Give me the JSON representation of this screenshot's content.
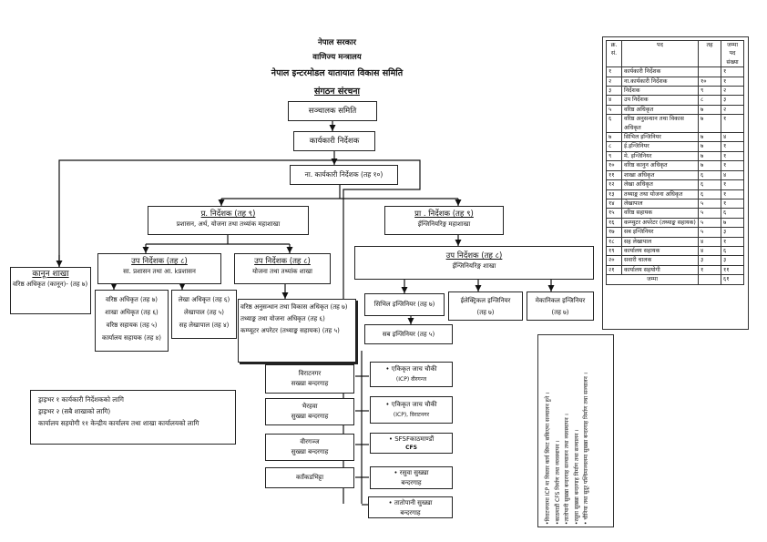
{
  "header": {
    "government": "नेपाल सरकार",
    "ministry": "वाणिज्य मन्त्रालय",
    "organization": "नेपाल इन्टरमोडल यातायात विकास समिति",
    "chart_title": "संगठन संरचना"
  },
  "nodes": {
    "board": "सञ्चालक समिति",
    "executive_director": "कार्यकारी निर्देशक",
    "deputy_executive_director": "ना. कार्यकारी निर्देशक (तह १०)",
    "admin_director": {
      "title": "प्र. निर्देशक  (तह ९)",
      "division": "प्रशासन, अर्थ, योजना तथा तथ्यांक महाशाखा"
    },
    "eng_director": {
      "title": "प्रा . निर्देशक  (तह ९)",
      "division": "ईन्जिनियरिङ्ग महाशाखा"
    },
    "legal_section": {
      "title": "कानून शाखा",
      "staff": "वरिष्ठ अधिकृत (कानून)- (तह ७)"
    },
    "admin_deputy": {
      "title": "उप निर्देशक  (तह ८)",
      "section": "सा. प्रशासन तथा आ. kप्रशासन"
    },
    "planning_deputy": {
      "title": "उप निर्देशक  (तह ८)",
      "section": "योजना तथा तथ्यांक शाखा"
    },
    "eng_deputy": {
      "title": "उप निर्देशक (तह ८)",
      "section": "ईन्जिनियरिङ्ग शाखा"
    },
    "admin_staff": [
      "वरिष्ठ अधिकृत (तह ७)",
      "शाखा अधिकृत (तह ६)",
      "वरिष्ठ सहायक (तह ५)",
      "कार्यालय सहायक (तह ४)"
    ],
    "accounts_staff": [
      "लेखा अधिकृत (तह ६)",
      "लेखापाल (तह ५)",
      "सह लेखापाल (तह ४)"
    ],
    "planning_staff": [
      "वरिष्ठ अनुसन्धान तथा विकास अधिकृत (तह ७)",
      "तथ्याङ्क तथा योजना अधिकृत (तह ६)",
      "कम्प्यूटर अपरेटर (तथ्याङ्क सहायक) (तह ५)"
    ],
    "civil_engineer": "सिभिल इन्जिनियर (तह ७)",
    "electrical_engineer": "ईलेक्ट्रिकल इन्जिनियर (तह ७)",
    "mechanical_engineer": "मेकानिकल इन्जिनियर (तह ७)",
    "sub_engineer": "सब इन्जिनियर (तह ५)"
  },
  "dry_ports": [
    {
      "name": "विराटनगर",
      "sub": "सख्खा बन्दरगाह"
    },
    {
      "name": "भैरहवा",
      "sub": "सुख्खा बन्दरगाह"
    },
    {
      "name": "वीरगञ्ज",
      "sub": "सुख्खा बन्दरगाह"
    },
    {
      "name": "कााँकडभिट्टा",
      "sub": ""
    }
  ],
  "future_units": [
    {
      "name": "• एकिकृत जाच चौकी",
      "sub": "(ICP) वीरगन्ज"
    },
    {
      "name": "• एकिकृत जाच चौकी",
      "sub": "(ICP), विराटनगर"
    },
    {
      "name": "• SFSFकाठमाण्डौं",
      "sub": "CFS"
    },
    {
      "name": "• रसुवा सुख्खा",
      "sub": "बन्दरगाह"
    },
    {
      "name": "• तातोपानी सुख्खा",
      "sub": "बन्दरगाह"
    }
  ],
  "driver_notes": [
    "ड्राइभर १ कार्यकारी निर्देशकको लागि",
    "ड्राइभर २ (सबै शाखाको लागि)",
    "कार्यालय सहयोगी ११  केन्द्रीय कार्यालय तथा शाखा कार्यालयको लागि"
  ],
  "plan_notes": [
    "•विराटनगरमा ICP मा विस्तार कार्य सिमट सकिएमा सञ्चालन हुने ।",
    "•काठमाडौं CFS निर्माण तथा व्यवस्थापन ।",
    "•तातोपानी सुख्खा बन्दरगाह सञ्चालन तथा व्यवस्थापन ।",
    "•रसुवा सुख्खा बन्दरगाह निर्माण तथा सञ्चालन ।",
    "• चीनिया तथा सुदूर पश्चिमाञ्चलमा सुख्खा बन्दरगाह निर्माण तथा सञ्चालन ।"
  ],
  "post_table": {
    "headers": [
      "क्र. सं.",
      "पद",
      "तह",
      "जम्मा पद संख्या"
    ],
    "rows": [
      [
        "१",
        "कार्यकारी निर्देशक",
        "",
        "१"
      ],
      [
        "२",
        "ना.कार्यकारी निर्देशक",
        "१०",
        "१"
      ],
      [
        "३",
        "निर्देशक",
        "९",
        "२"
      ],
      [
        "४",
        "उप निर्देशक",
        "८",
        "३"
      ],
      [
        "५",
        "वरिष्ठ अधिकृत",
        "७",
        "२"
      ],
      [
        "६",
        "वरिष्ठ अनुसन्धान तथा विकास अधिकृत",
        "७",
        "१"
      ],
      [
        "७",
        "सिभिल इन्जिनियर",
        "७",
        "४"
      ],
      [
        "८",
        "ई.इन्जिनियर",
        "७",
        "१"
      ],
      [
        "९",
        "मे. इन्जिनियर",
        "७",
        "१"
      ],
      [
        "१०",
        "वरिष्ठ कानुन अधिकृत",
        "७",
        "१"
      ],
      [
        "११",
        "शाखा अधिकृत",
        "६",
        "४"
      ],
      [
        "१२",
        "लेखा अधिकृत",
        "६",
        "१"
      ],
      [
        "१३",
        "तथ्याङ्क तथा योजना अधिकृत",
        "६",
        "१"
      ],
      [
        "१४",
        "लेखापाल",
        "५",
        "१"
      ],
      [
        "१५",
        "वरिष्ठ सहायक",
        "५",
        "६"
      ],
      [
        "१६",
        "कम्प्युटर अपरेटर (तथ्याङ्क सहायक)",
        "५",
        "७"
      ],
      [
        "१७",
        "सब इन्जिनियर",
        "५",
        "३"
      ],
      [
        "१८",
        "सह लेखापाल",
        "४",
        "१"
      ],
      [
        "१९",
        "कार्यालय सहायक",
        "४",
        "६"
      ],
      [
        "२०",
        "सवारी चालक",
        "३",
        "३"
      ],
      [
        "२१",
        "कार्यालय सहयोगी",
        "१",
        "११"
      ]
    ],
    "total_label": "जम्मा",
    "total_value": "६१"
  }
}
